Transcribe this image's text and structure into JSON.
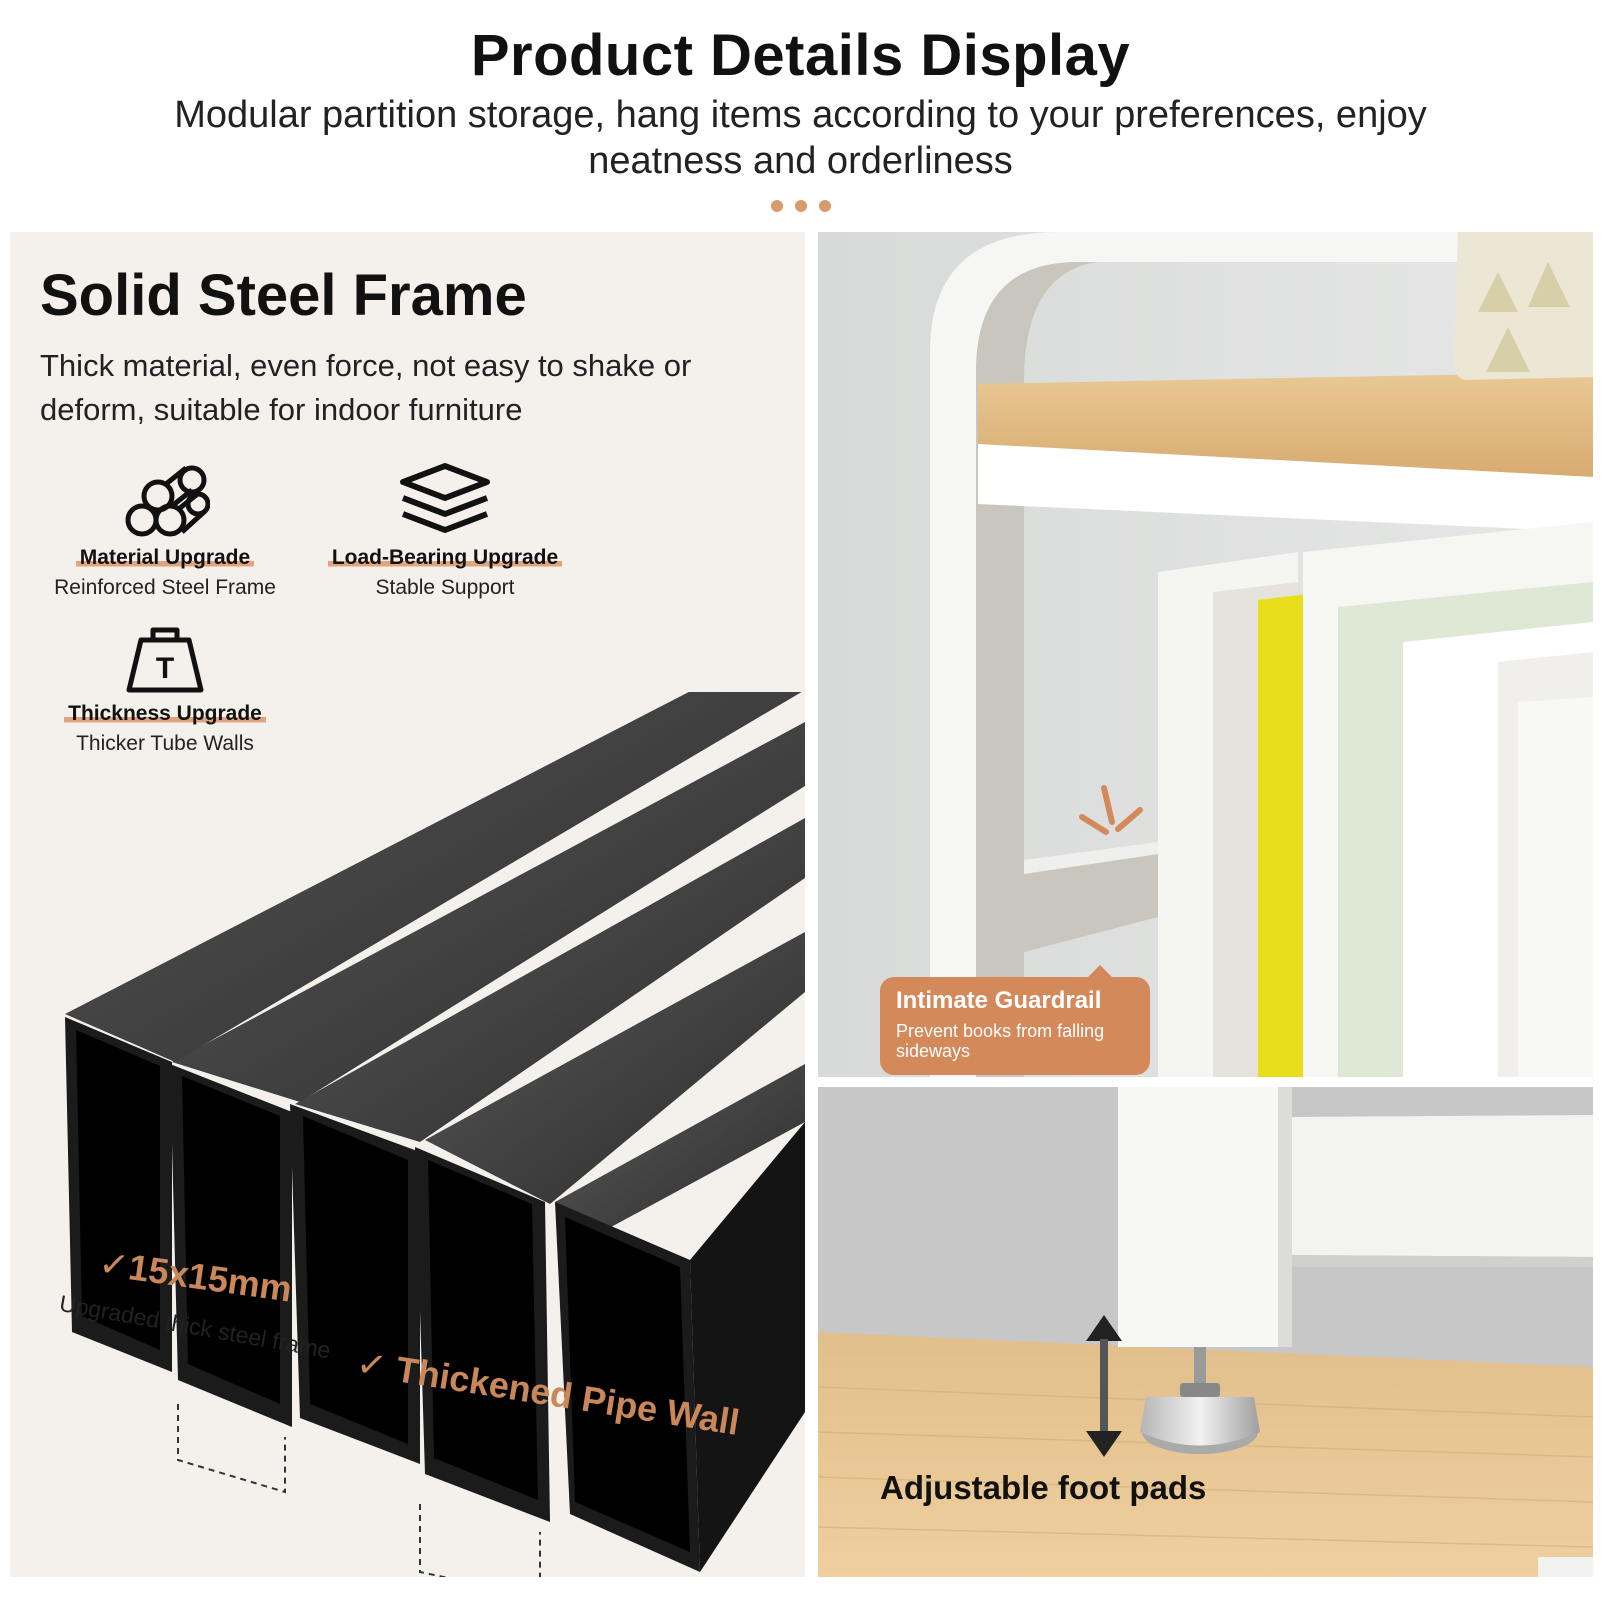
{
  "header": {
    "title": "Product Details Display",
    "subtitle": "Modular partition storage, hang items according to your preferences, enjoy neatness and orderliness"
  },
  "left_panel": {
    "title": "Solid Steel Frame",
    "description": "Thick material, even force, not easy to shake or deform, suitable for indoor furniture",
    "features": [
      {
        "icon": "steel-pipes-icon",
        "title": "Material Upgrade",
        "subtitle": "Reinforced Steel Frame"
      },
      {
        "icon": "stacked-layers-icon",
        "title": "Load-Bearing Upgrade",
        "subtitle": "Stable Support"
      },
      {
        "icon": "weight-icon",
        "icon_letter": "T",
        "title": "Thickness Upgrade",
        "subtitle": "Thicker Tube Walls"
      }
    ],
    "dimension_label": "15x15mm",
    "dimension_caption": "Upgraded thick steel frame",
    "wall_label": "Thickened Pipe Wall"
  },
  "right_top": {
    "badge_title": "Intimate Guardrail",
    "badge_subtitle": "Prevent books from falling sideways"
  },
  "right_bottom": {
    "label": "Adjustable foot pads"
  },
  "colors": {
    "accent": "#d4895b",
    "accent_text": "#c9875a",
    "panel_bg": "#f4f1ed",
    "tube": "#1b1b1b",
    "wood": "#e6c08e"
  }
}
